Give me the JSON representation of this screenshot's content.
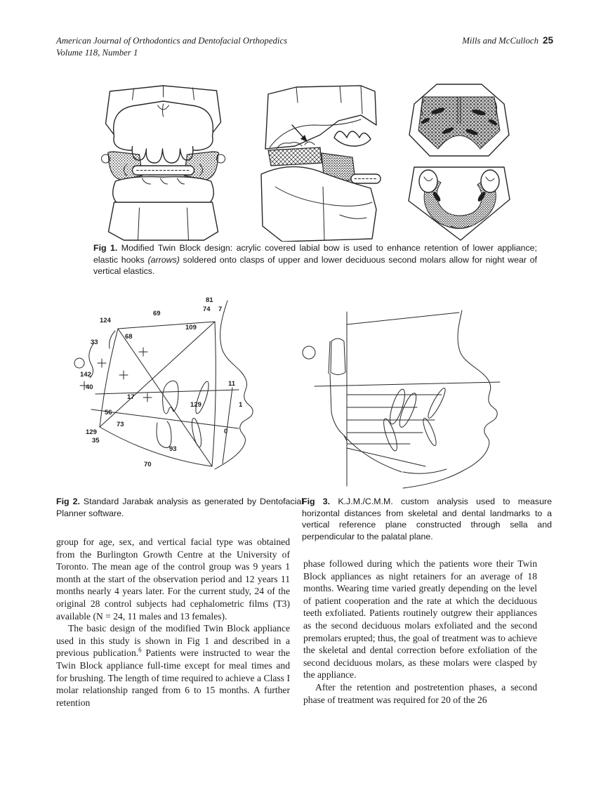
{
  "header": {
    "journal": "American Journal of Orthodontics and Dentofacial Orthopedics",
    "volume": "Volume 118, Number 1",
    "authors": "Mills and McCulloch",
    "page_number": "25"
  },
  "fig1": {
    "label": "Fig 1.",
    "caption_before_italic": " Modified Twin Block design: acrylic covered labial bow is used to enhance retention of lower appliance; elastic hooks ",
    "caption_italic": "(arrows)",
    "caption_after_italic": " soldered onto clasps of upper and lower deciduous second molars allow for night wear of vertical elastics."
  },
  "fig2": {
    "label": "Fig 2.",
    "caption": " Standard Jarabak analysis as generated by Dentofacial Planner software.",
    "numbers": [
      "81",
      "74",
      "7",
      "69",
      "124",
      "109",
      "68",
      "33",
      "142",
      "40",
      "11",
      "17",
      "129",
      "1",
      "56",
      "73",
      "129",
      "35",
      "93",
      "70",
      "0"
    ]
  },
  "fig3": {
    "label": "Fig 3.",
    "caption": " K.J.M./C.M.M. custom analysis used to measure horizontal distances from skeletal and dental landmarks to a vertical reference plane constructed through sella and perpendicular to the palatal plane."
  },
  "body": {
    "left_col": {
      "p1": "group for age, sex, and vertical facial type was obtained from the Burlington Growth Centre at the University of Toronto. The mean age of the control group was 9 years 1 month at the start of the observation period and 12 years 11 months nearly 4 years later. For the current study, 24 of the original 28 control subjects had cephalometric films (T3) available (N = 24, 11 males and 13 females).",
      "p2_pre": "The basic design of the modified Twin Block appliance used in this study is shown in Fig 1 and described in a previous publication.",
      "p2_sup": "6",
      "p2_post": " Patients were instructed to wear the Twin Block appliance full-time except for meal times and for brushing. The length of time required to achieve a Class I molar relationship ranged from 6 to 15 months. A further retention"
    },
    "right_col": {
      "p1": "phase followed during which the patients wore their Twin Block appliances as night retainers for an average of 18 months. Wearing time varied greatly depending on the level of patient cooperation and the rate at which the deciduous teeth exfoliated. Patients routinely outgrew their appliances as the second deciduous molars exfoliated and the second premolars erupted; thus, the goal of treatment was to achieve the skeletal and dental correction before exfoliation of the second deciduous molars, as these molars were clasped by the appliance.",
      "p2": "After the retention and postretention phases, a second phase of treatment was required for 20 of the 26"
    }
  }
}
